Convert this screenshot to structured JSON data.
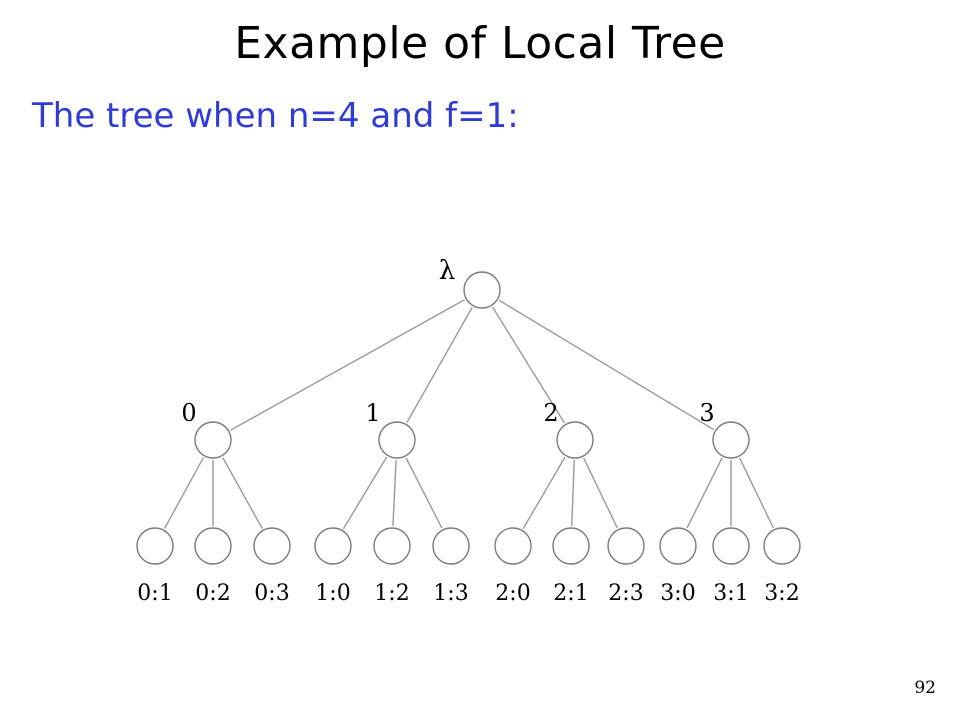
{
  "slide": {
    "title": "Example of Local Tree",
    "subtitle": "The tree when n=4 and f=1:",
    "page_number": "92"
  },
  "tree": {
    "root": {
      "label": "λ"
    },
    "children": [
      {
        "label": "0",
        "leaves": [
          "0:1",
          "0:2",
          "0:3"
        ]
      },
      {
        "label": "1",
        "leaves": [
          "1:0",
          "1:2",
          "1:3"
        ]
      },
      {
        "label": "2",
        "leaves": [
          "2:0",
          "2:1",
          "2:3"
        ]
      },
      {
        "label": "3",
        "leaves": [
          "3:0",
          "3:1",
          "3:2"
        ]
      }
    ]
  }
}
